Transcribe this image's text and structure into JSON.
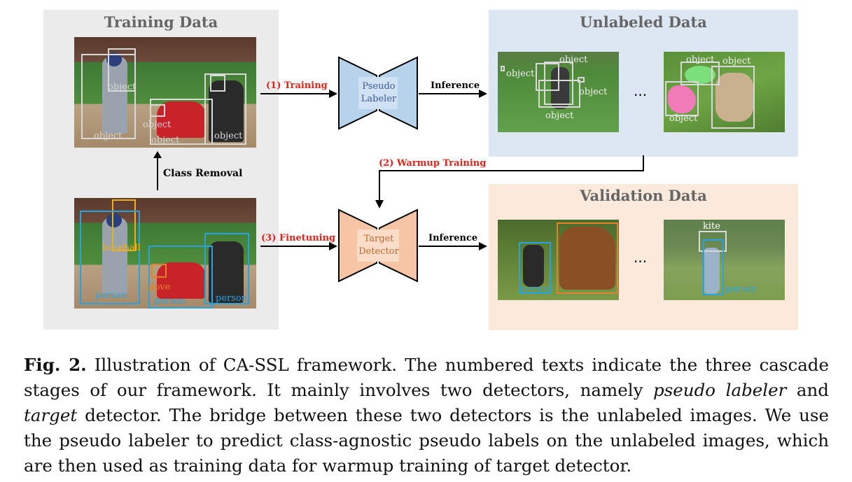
{
  "panels": {
    "training": "Training Data",
    "unlabeled": "Unlabeled Data",
    "validation": "Validation Data"
  },
  "arrows": {
    "training": "(1) Training",
    "warmup": "(2) Warmup Training",
    "finetuning": "(3) Finetuning",
    "inference_top": "Inference",
    "inference_bottom": "Inference",
    "class_removal": "Class Removal"
  },
  "networks": {
    "pseudo_labeler": "Pseudo Labeler",
    "target_detector": "Target Detector"
  },
  "labels": {
    "object": "object",
    "baseball": "baseball",
    "glove": "glove",
    "person": "person",
    "kite": "kite"
  },
  "ellipsis": "...",
  "caption": {
    "fig": "Fig. 2.",
    "t1": " Illustration of CA-SSL framework. The numbered texts indicate the three cascade stages of our framework. It mainly involves two detectors, namely ",
    "em1": "pseudo labeler",
    "t2": " and ",
    "em2": "target",
    "t3": " detector. The bridge between these two detectors is the unlabeled images. We use the pseudo labeler to predict class-agnostic pseudo labels on the unlabeled images, which are then used as training data for warmup training of target detector."
  },
  "colors": {
    "training_bg": "#ebebeb",
    "unlabeled_bg": "#dde6f3",
    "validation_bg": "#fbe9dc",
    "pseudo_labeler": "#b7d3ec",
    "target_detector": "#f5c5a6",
    "red_text": "#e2231a",
    "blue_box": "#29a3e0",
    "orange_box": "#e1822c",
    "gray_box": "#d9d9d9"
  }
}
